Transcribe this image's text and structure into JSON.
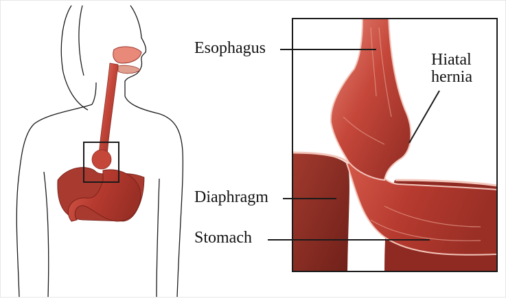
{
  "labels": {
    "esophagus": "Esophagus",
    "hiatal_line1": "Hiatal",
    "hiatal_line2": "hernia",
    "diaphragm": "Diaphragm",
    "stomach": "Stomach"
  },
  "colors": {
    "tissue_dark": "#8e2a22",
    "tissue_mid": "#c5473a",
    "tissue_light": "#e8897a",
    "outline": "#1a1a1a",
    "background": "#ffffff"
  }
}
